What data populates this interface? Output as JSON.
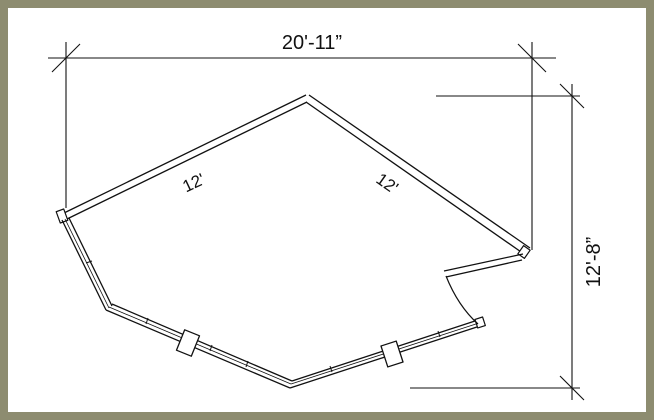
{
  "dimensions": {
    "width": "20'-11”",
    "height": "12'-8”"
  },
  "walls": {
    "left_segment": "12'",
    "right_segment": "12'"
  },
  "colors": {
    "frame": "#8d8c70",
    "sheet": "#ffffff",
    "line": "#111111"
  }
}
